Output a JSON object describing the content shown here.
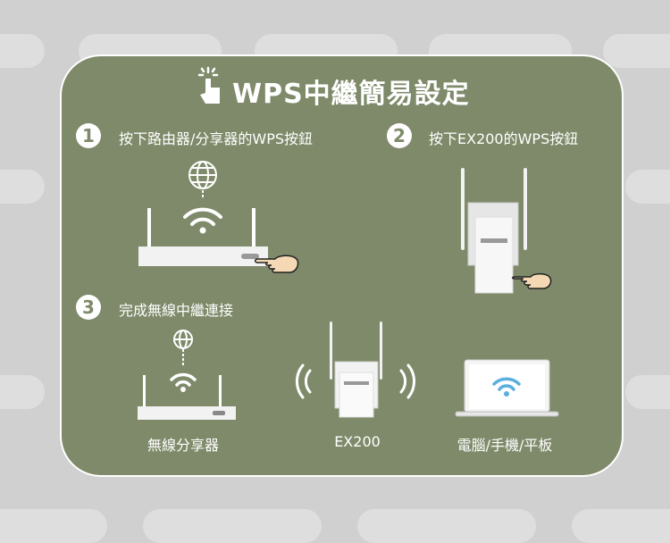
{
  "title": "WPS中繼簡易設定",
  "steps": [
    {
      "number": "1",
      "text": "按下路由器/分享器的WPS按鈕"
    },
    {
      "number": "2",
      "text": "按下EX200的WPS按鈕"
    },
    {
      "number": "3",
      "text": "完成無線中繼連接"
    }
  ],
  "labels": {
    "router": "無線分享器",
    "extender": "EX200",
    "devices": "電腦/手機/平板"
  },
  "colors": {
    "card": "#7e8a69",
    "wifi_blue": "#5aaee0"
  }
}
